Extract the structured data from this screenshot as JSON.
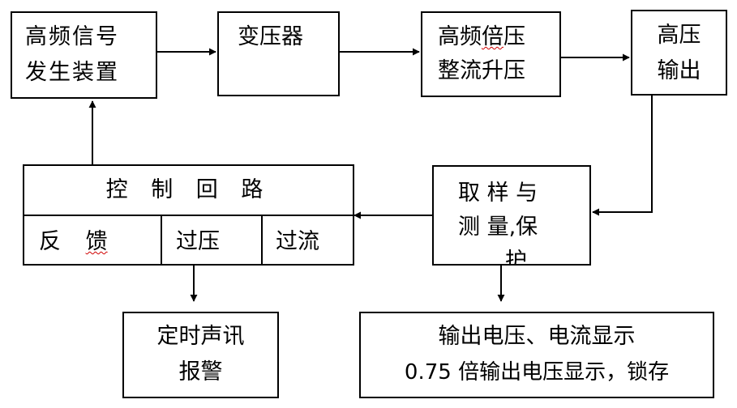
{
  "boxes": {
    "signal_generator": {
      "line1": "高频信号",
      "line2": "发生装置"
    },
    "transformer": {
      "label": "变压器"
    },
    "multiplier": {
      "line1_part1": "高频",
      "line1_wavy": "倍",
      "line1_part3": "压",
      "line2": "整流升压"
    },
    "hv_output": {
      "line1": "高压",
      "line2": "输出"
    },
    "sampling": {
      "line1": "取 样 与",
      "line2": "测 量,保",
      "line3": "护"
    },
    "control": {
      "title": "控 制 回 路",
      "feedback_part1": "反 ",
      "feedback_wavy": "馈",
      "overvoltage": "过压",
      "overcurrent": "过流"
    },
    "alarm": {
      "line1": "定时声讯",
      "line2": "报警"
    },
    "display": {
      "line1": "输出电压、电流显示",
      "line2": "0.75 倍输出电压显示，锁存"
    }
  }
}
